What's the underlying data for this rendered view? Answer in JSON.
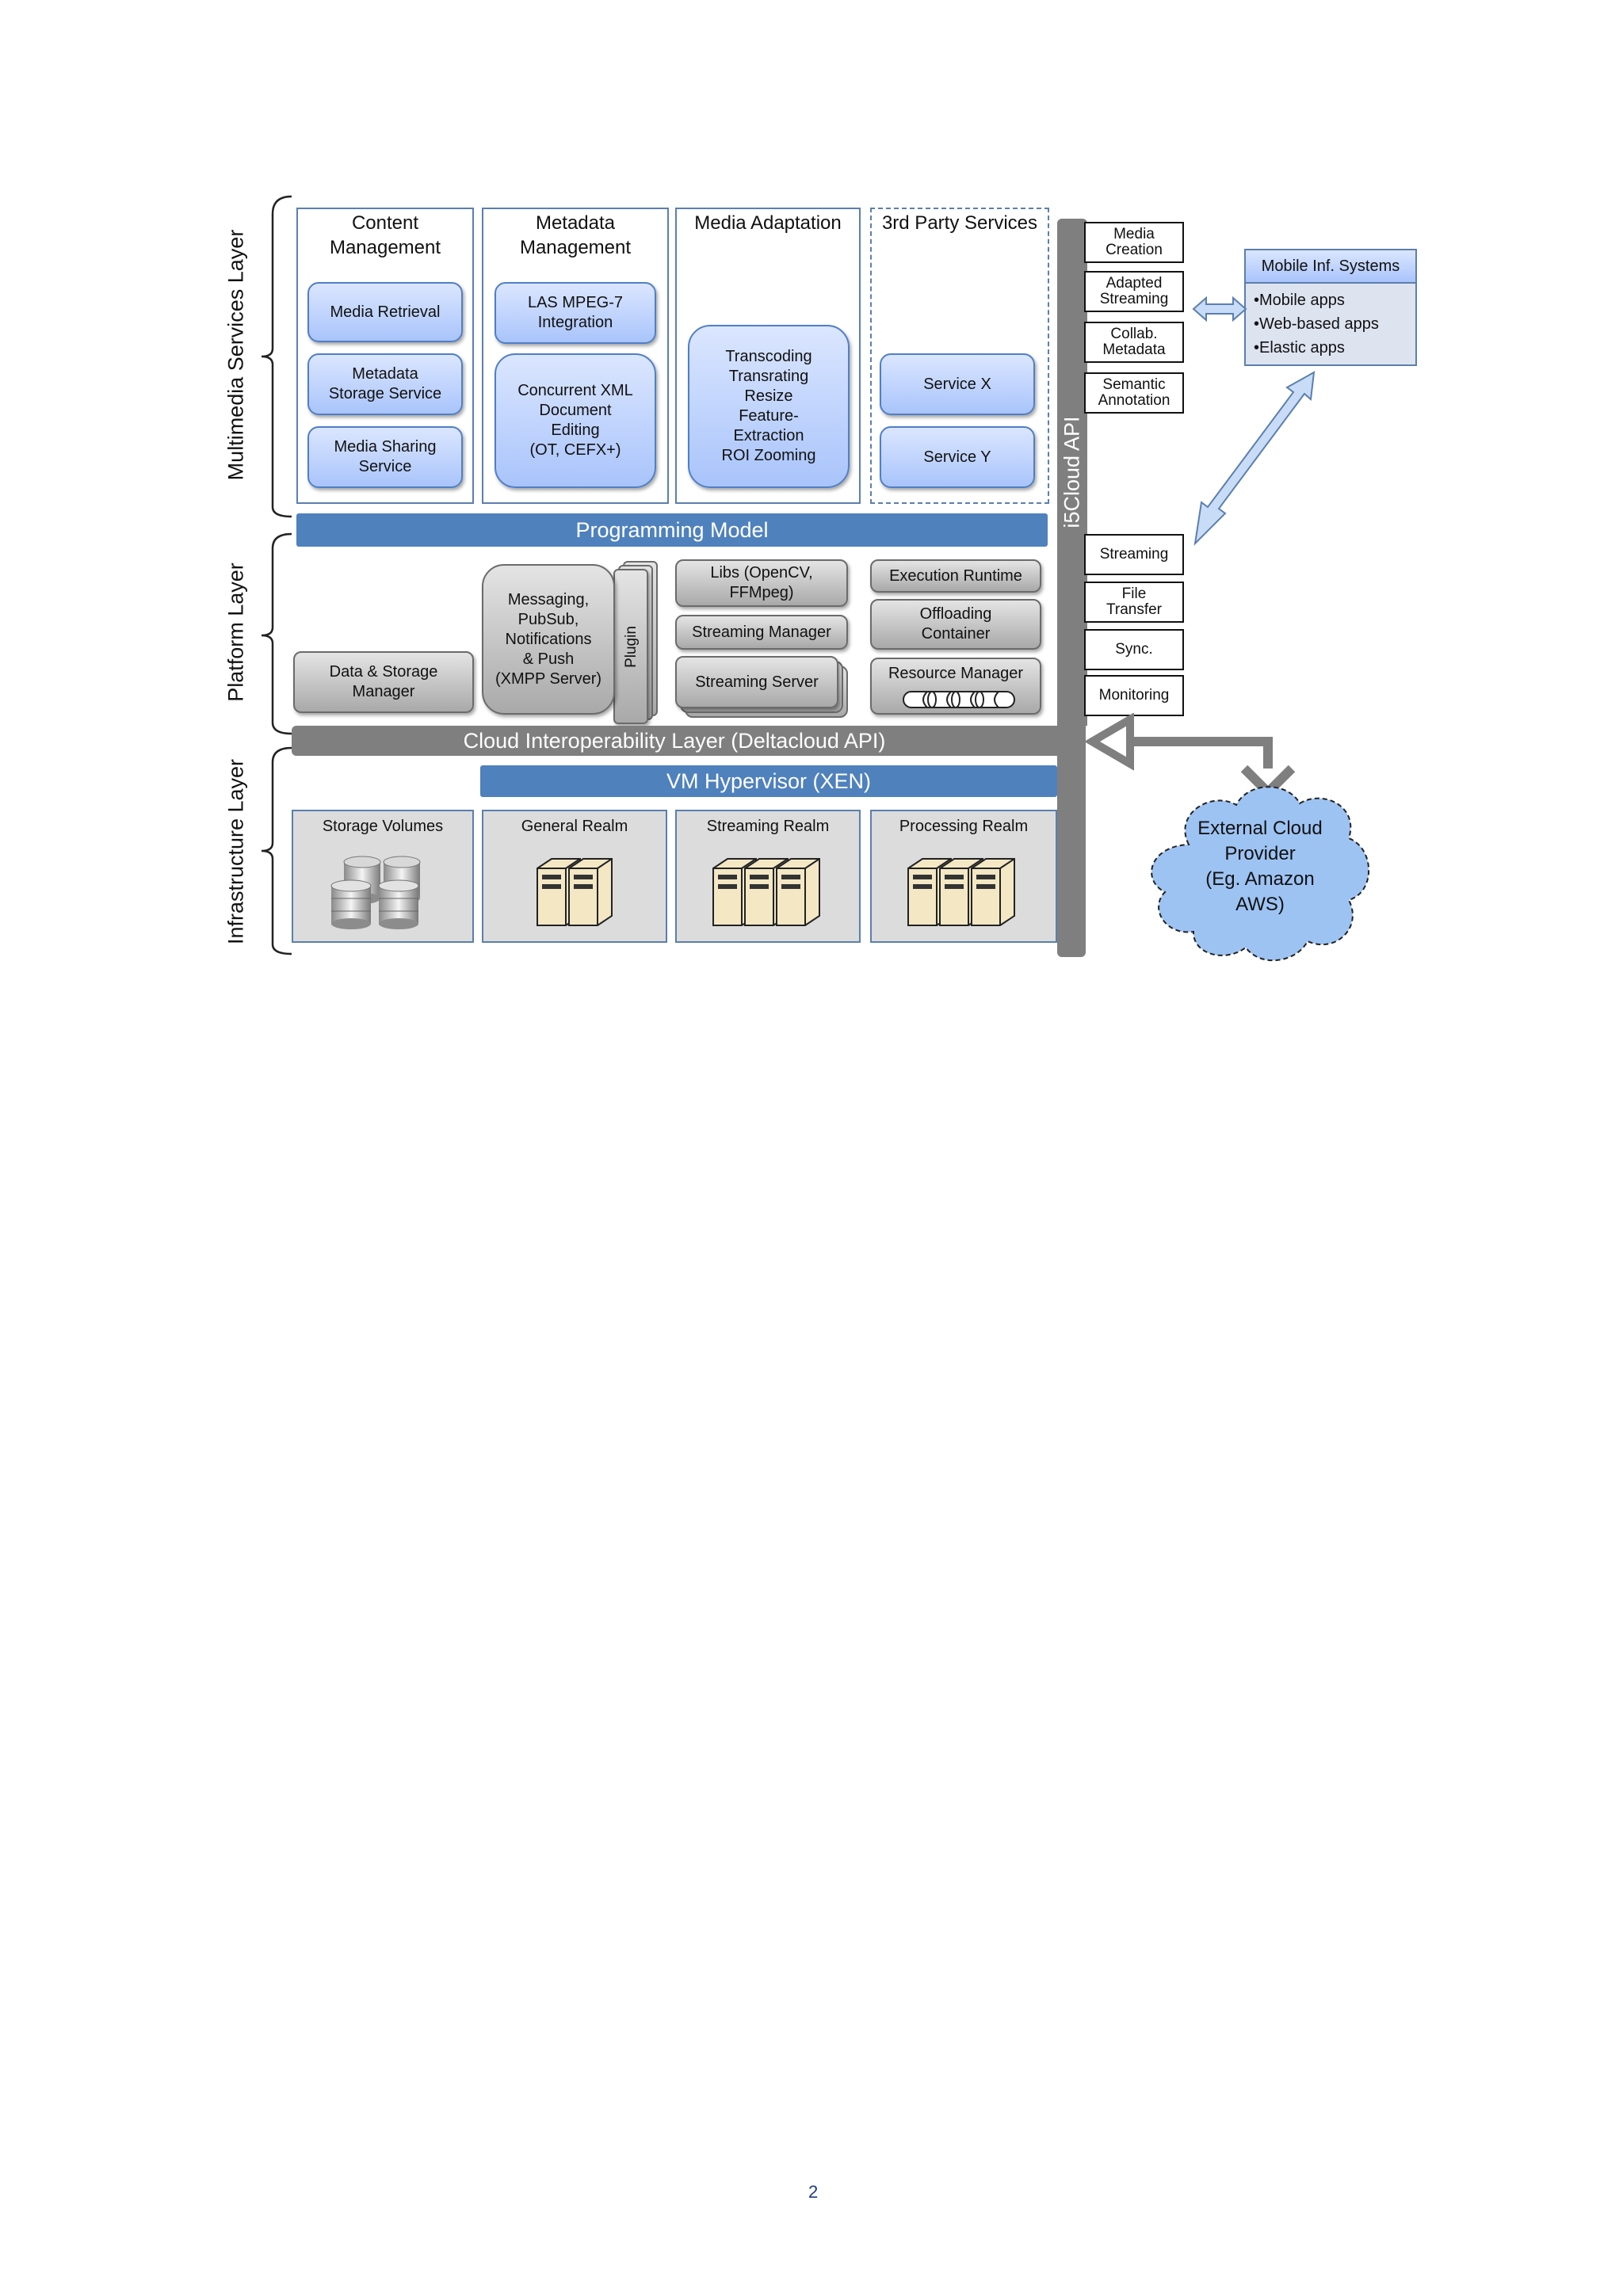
{
  "layers": {
    "multimedia": "Multimedia Services Layer",
    "platform": "Platform Layer",
    "infrastructure": "Infrastructure Layer"
  },
  "columns": {
    "content": {
      "title": "Content\nManagement",
      "items": [
        "Media Retrieval",
        "Metadata\nStorage Service",
        "Media Sharing\nService"
      ]
    },
    "metadata": {
      "title": "Metadata\nManagement",
      "items": [
        "LAS MPEG-7\nIntegration",
        "Concurrent XML\nDocument\nEditing\n(OT, CEFX+)"
      ]
    },
    "adaptation": {
      "title": "Media Adaptation",
      "items": [
        "Transcoding\nTransrating\nResize\nFeature-\nExtraction\nROI Zooming"
      ]
    },
    "third_party": {
      "title": "3rd Party Services",
      "items": [
        "Service X",
        "Service Y"
      ]
    }
  },
  "bars": {
    "programming_model": "Programming Model",
    "cloud_interop": "Cloud Interoperability Layer (Deltacloud API)",
    "vm_hypervisor": "VM Hypervisor (XEN)",
    "i5cloud_api": "i5Cloud API"
  },
  "platform": {
    "data_storage": "Data & Storage\nManager",
    "messaging": "Messaging,\nPubSub,\nNotifications\n& Push\n(XMPP Server)",
    "plugin": "Plugin",
    "libs": "Libs (OpenCV,\nFFMpeg)",
    "streaming_manager": "Streaming Manager",
    "streaming_server": "Streaming Server",
    "execution_runtime": "Execution Runtime",
    "offloading": "Offloading\nContainer",
    "resource_manager": "Resource Manager"
  },
  "api_boxes": {
    "top": [
      "Media\nCreation",
      "Adapted\nStreaming",
      "Collab.\nMetadata",
      "Semantic\nAnnotation"
    ],
    "bottom": [
      "Streaming",
      "File\nTransfer",
      "Sync.",
      "Monitoring"
    ]
  },
  "mobile": {
    "title": "Mobile Inf. Systems",
    "items": [
      "•Mobile apps",
      "•Web-based apps",
      "•Elastic apps"
    ]
  },
  "realms": [
    "Storage Volumes",
    "General Realm",
    "Streaming Realm",
    "Processing Realm"
  ],
  "external_cloud": "External Cloud\nProvider\n(Eg. Amazon\nAWS)",
  "page_number": "2",
  "colors": {
    "blue_bar": "#4f81bd",
    "gray_bar": "#7f7f7f",
    "box_border": "#5b7fae",
    "cloud_fill": "#9dc3f3"
  }
}
